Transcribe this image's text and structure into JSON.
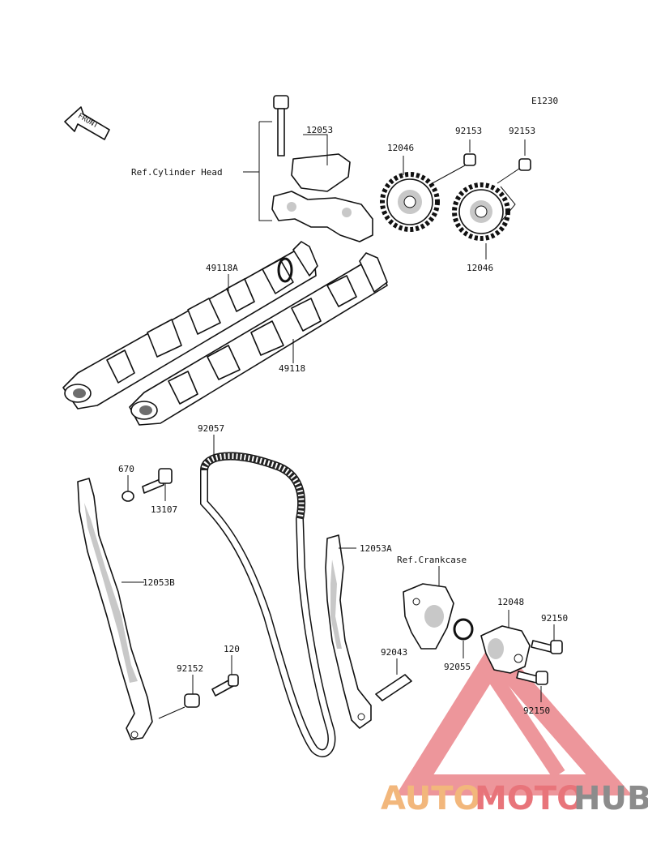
{
  "diagram": {
    "ref_code": "E1230",
    "front_label": "FRONT",
    "parts": {
      "p12053_top": "12053",
      "ref_cyl": "Ref.Cylinder Head",
      "p92153_a": "92153",
      "p92153_b": "92153",
      "p12046_top": "12046",
      "p12046_bot": "12046",
      "p49118A": "49118A",
      "p49118": "49118",
      "p92057": "92057",
      "p670": "670",
      "p13107": "13107",
      "p12053A": "12053A",
      "ref_crank": "Ref.Crankcase",
      "p12053B": "12053B",
      "p12048": "12048",
      "p92150_a": "92150",
      "p92150_b": "92150",
      "p92043": "92043",
      "p92055": "92055",
      "p120": "120",
      "p92152": "92152"
    }
  },
  "watermark": {
    "auto": "AUTO",
    "moto": "MOTO",
    "hub": "HUB",
    "color_auto": "#f2b77c",
    "color_moto": "#e8747a",
    "color_hub": "#8c8c8c"
  }
}
